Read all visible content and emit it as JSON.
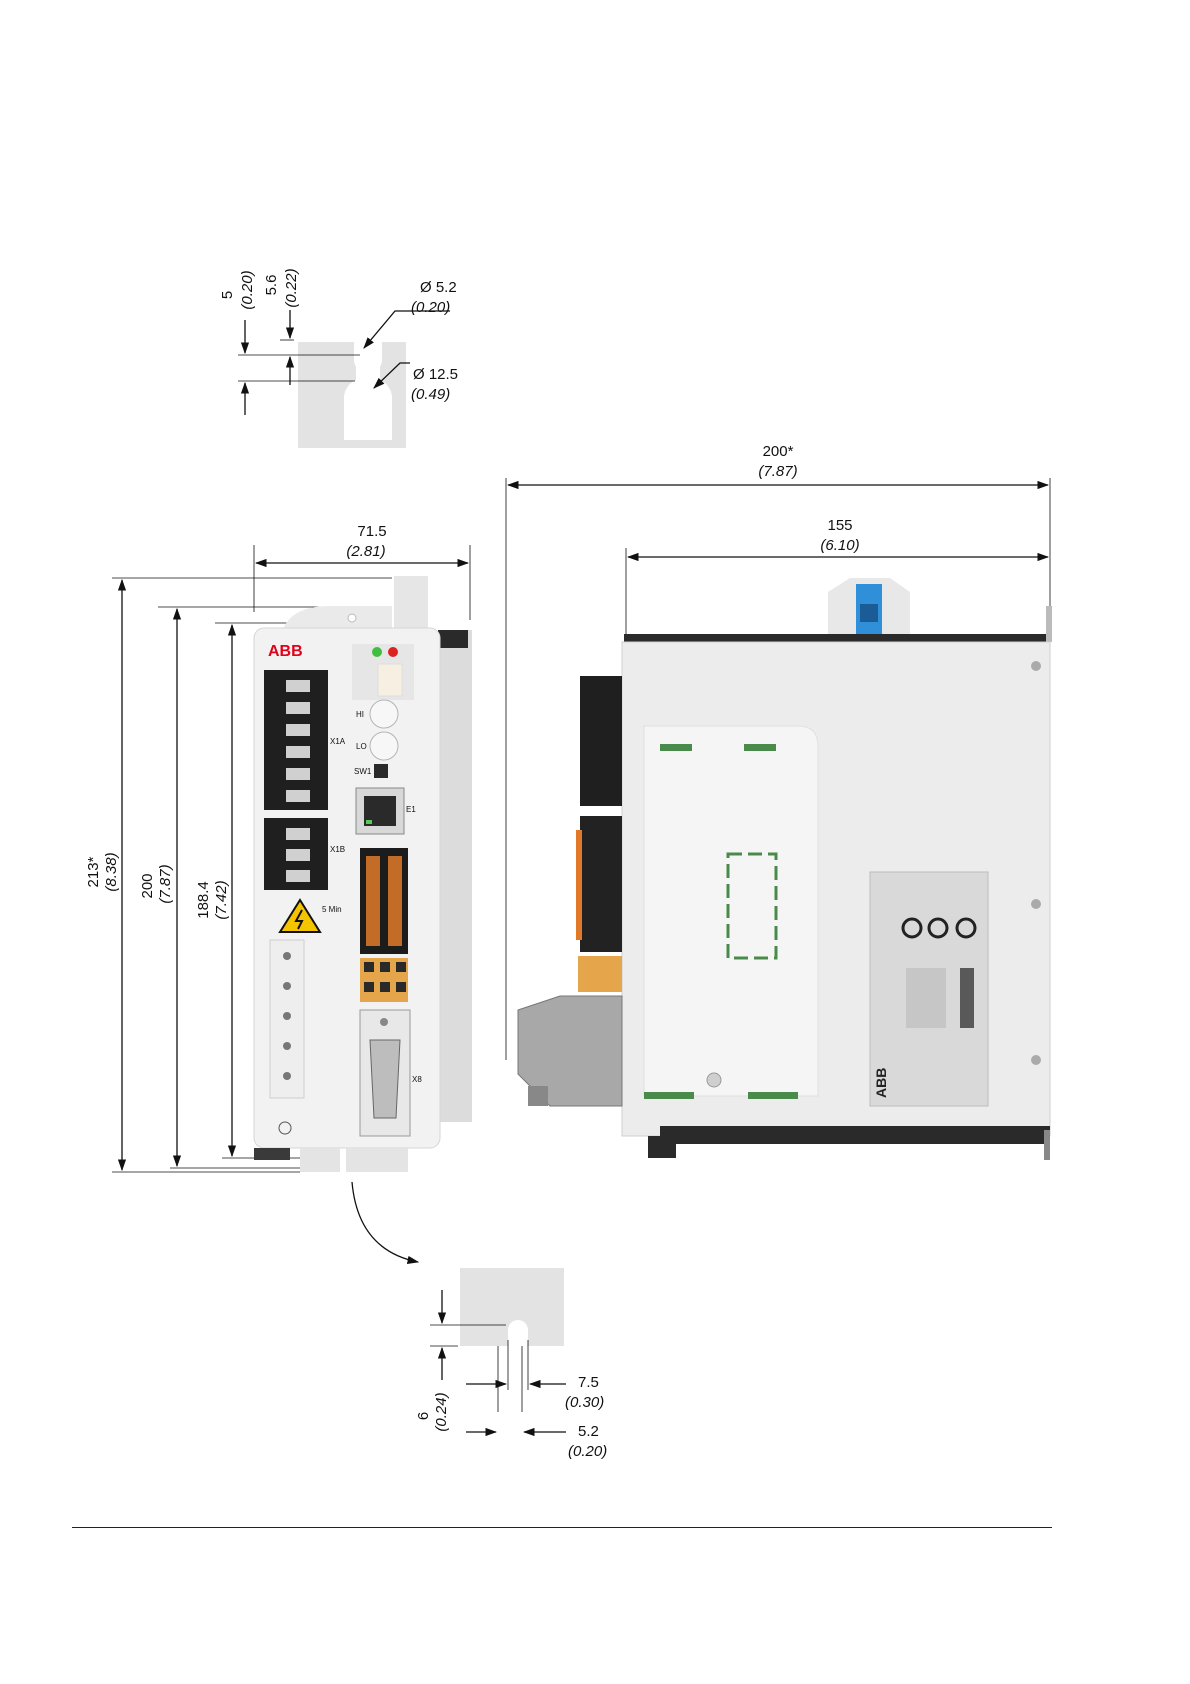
{
  "top_slot": {
    "dim_5": "5",
    "dim_5_in": "(0.20)",
    "dim_5_6": "5.6",
    "dim_5_6_in": "(0.22)",
    "dia_small": "Ø 5.2",
    "dia_small_in": "(0.20)",
    "dia_large": "Ø 12.5",
    "dia_large_in": "(0.49)"
  },
  "front_view": {
    "width": "71.5",
    "width_in": "(2.81)",
    "h_213": "213*",
    "h_213_in": "(8.38)",
    "h_200": "200",
    "h_200_in": "(7.87)",
    "h_188": "188.4",
    "h_188_in": "(7.42)",
    "logo": "ABB",
    "labels": {
      "x1a": "X1A",
      "x1b": "X1B",
      "hi": "HI",
      "lo": "LO",
      "sw1": "SW1",
      "e1": "E1",
      "x8": "X8",
      "five_min": "5 Min"
    }
  },
  "side_view": {
    "depth_total": "200*",
    "depth_total_in": "(7.87)",
    "depth_body": "155",
    "depth_body_in": "(6.10)",
    "logo": "ABB"
  },
  "bottom_slot": {
    "dim_6": "6",
    "dim_6_in": "(0.24)",
    "dim_7_5": "7.5",
    "dim_7_5_in": "(0.30)",
    "dim_5_2": "5.2",
    "dim_5_2_in": "(0.20)"
  },
  "colors": {
    "housing": "#f2f2f2",
    "rail": "#dcdcdc",
    "terminal": "#1f1f1f",
    "accent_orange": "#e07a2a",
    "abb_red": "#e2001a",
    "label_blue": "#2f8fd8",
    "indicator_green": "#4a8a4a"
  }
}
